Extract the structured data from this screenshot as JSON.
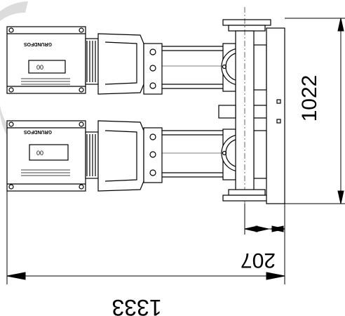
{
  "drawing": {
    "type": "technical-dimension-drawing",
    "orientation": "rotated-180",
    "units": "mm",
    "colors": {
      "line": "#000000",
      "background": "#ffffff",
      "logo_gray": "#d8d8d8"
    }
  },
  "dimensions": {
    "height": {
      "label": "1022",
      "value": 1022
    },
    "depth": {
      "label": "207",
      "value": 207
    },
    "length": {
      "label": "1333",
      "value": 1333
    }
  },
  "components": {
    "pump_count": 2,
    "control_box_brand_text": "GRUNDFOS",
    "display_text": "00"
  }
}
